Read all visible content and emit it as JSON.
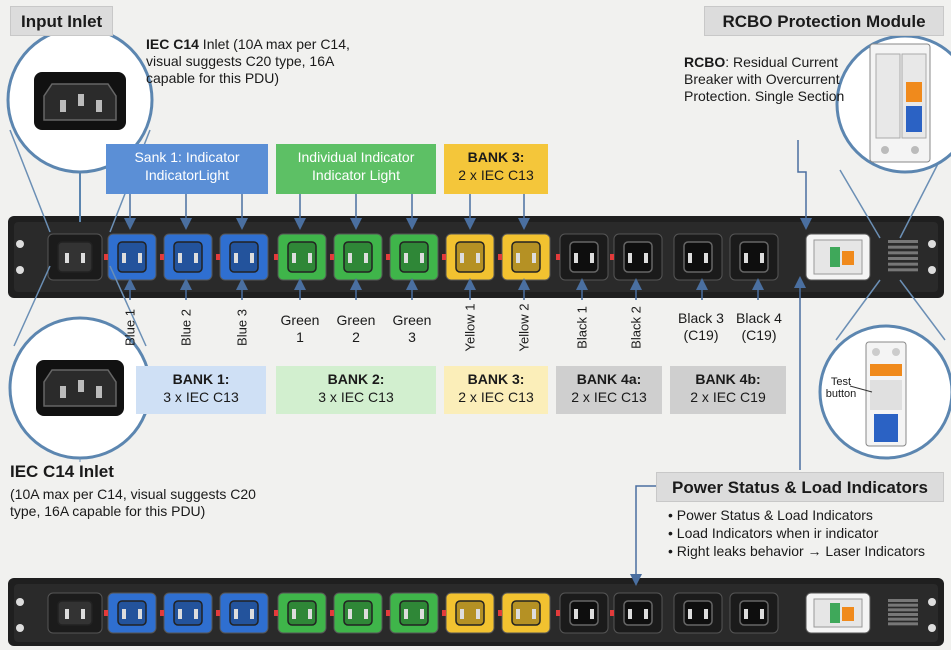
{
  "input_inlet": {
    "title": "Input Inlet",
    "desc_bold": "IEC C14",
    "desc_rest": " Inlet (10A max per C14, visual suggests C20 type, 16A capable for this PDU)"
  },
  "rcbo_module": {
    "title": "RCBO Protection Module",
    "desc_bold": "RCBO",
    "desc_rest": ": Residual Current Breaker with Overcurrent Protection. Single Section",
    "test_button_label": "Test button"
  },
  "top_boxes": {
    "bank1": {
      "line1": "Sank 1: Indicator",
      "line2": "IndicatorLight"
    },
    "bank2": {
      "line1": "Individual Indicator",
      "line2": "Indicator Light"
    },
    "bank3": {
      "line1": "BANK 3:",
      "line2": "2 x IEC C13"
    }
  },
  "outlet_labels": {
    "blue": [
      "Blue 1",
      "Blue 2",
      "Blue 3"
    ],
    "green": [
      "Green 1",
      "Green 2",
      "Green 3"
    ],
    "yellow": [
      "Yellow 1",
      "Yellow 2"
    ],
    "black": [
      "Black 1",
      "Black 2"
    ],
    "black_c19": [
      [
        "Black 3",
        "(C19)"
      ],
      [
        "Black 4",
        "(C19)"
      ]
    ]
  },
  "bottom_boxes": {
    "bank1": {
      "line1": "BANK 1:",
      "line2": "3 x IEC C13"
    },
    "bank2": {
      "line1": "BANK 2:",
      "line2": "3 x IEC C13"
    },
    "bank3": {
      "line1": "BANK 3:",
      "line2": "2 x IEC C13"
    },
    "bank4a": {
      "line1": "BANK 4a:",
      "line2": "2 x IEC C13"
    },
    "bank4b": {
      "line1": "BANK 4b:",
      "line2": "2 x IEC C19"
    }
  },
  "iec_inlet": {
    "title": "IEC C14 Inlet",
    "desc": "(10A max per C14, visual suggests C20 type, 16A capable for this PDU)"
  },
  "power_status": {
    "title": "Power Status & Load Indicators",
    "bullets": [
      "Power Status & Load Indicators",
      "Load Indicators when ir indicator",
      "Right leaks behavior → Laser Indicators"
    ]
  },
  "colors": {
    "blue": "#2f6fd0",
    "green": "#3fb54a",
    "yellow": "#f2c230",
    "black": "#1b1b1b",
    "bank1_top": "#5b8fd6",
    "bank2_top": "#5dc065",
    "bank3_top": "#f4c63a",
    "bank1_bottom": "#cfe0f5",
    "bank2_bottom": "#d2efcf",
    "bank3_bottom": "#fbeeb9",
    "bank4_bottom": "#cfcfcf"
  }
}
